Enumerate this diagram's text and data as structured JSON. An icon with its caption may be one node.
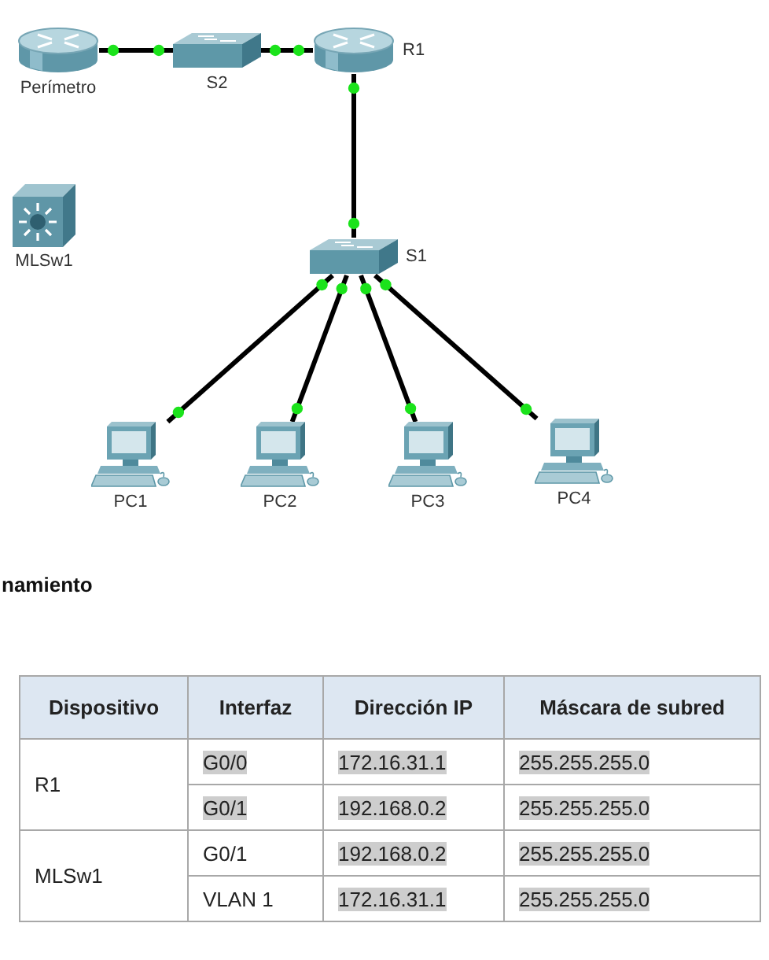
{
  "diagram": {
    "nodes": [
      {
        "text": [
          "Perímetro"
        ]
      },
      {
        "text": [
          "S2"
        ]
      },
      {
        "text": [
          "R1"
        ]
      },
      {
        "text": [
          "MLSw1"
        ]
      },
      {
        "text": [
          "S1"
        ]
      },
      {
        "text": [
          "PC1"
        ]
      },
      {
        "text": [
          "PC2"
        ]
      },
      {
        "text": [
          "PC3"
        ]
      },
      {
        "text": [
          "PC4"
        ]
      }
    ],
    "edges": [
      {
        "from": 0,
        "to": 1,
        "arrow": "other"
      },
      {
        "from": 1,
        "to": 2,
        "arrow": "other"
      },
      {
        "from": 2,
        "to": 4,
        "arrow": "other"
      },
      {
        "from": 4,
        "to": 5,
        "arrow": "other"
      },
      {
        "from": 4,
        "to": 6,
        "arrow": "other"
      },
      {
        "from": 4,
        "to": 7,
        "arrow": "other"
      },
      {
        "from": 4,
        "to": 8,
        "arrow": "other"
      }
    ],
    "labels": [
      "namiento",
      "Dispositivo",
      "Interfaz",
      "Dirección IP",
      "Máscara de subred",
      "R1",
      "G0/0",
      "172.16.31.1",
      "255.255.255.0",
      "G0/1",
      "192.168.0.2",
      "255.255.255.0",
      "MLSw1",
      "G0/1",
      "192.168.0.2",
      "255.255.255.0",
      "VLAN 1",
      "172.16.31.1",
      "255.255.255.0"
    ]
  }
}
